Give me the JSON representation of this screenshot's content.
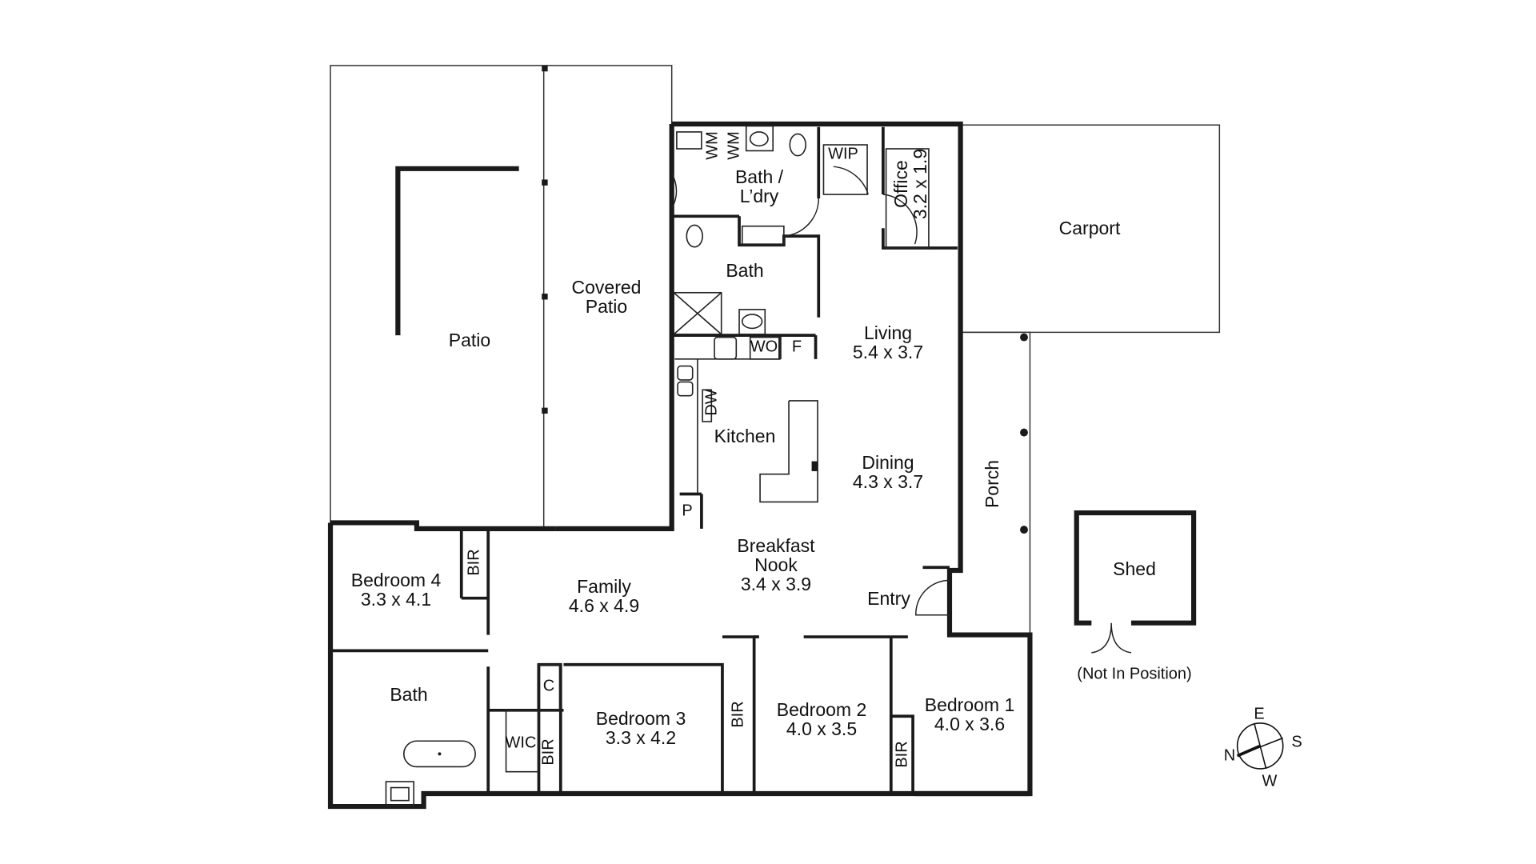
{
  "floorplan": {
    "rooms": [
      {
        "id": "patio",
        "name": "Patio",
        "dims": ""
      },
      {
        "id": "covered-patio",
        "name": "Covered\nPatio",
        "line1": "Covered",
        "line2": "Patio",
        "dims": ""
      },
      {
        "id": "bath-laundry",
        "line1": "Bath /",
        "line2": "L’dry",
        "dims": ""
      },
      {
        "id": "wip",
        "name": "WIP",
        "dims": ""
      },
      {
        "id": "office",
        "name": "Office",
        "dims": "3.2 x 1.9"
      },
      {
        "id": "carport",
        "name": "Carport",
        "dims": ""
      },
      {
        "id": "bath-upper",
        "name": "Bath",
        "dims": ""
      },
      {
        "id": "living",
        "name": "Living",
        "dims": "5.4 x 3.7"
      },
      {
        "id": "kitchen",
        "name": "Kitchen",
        "dims": ""
      },
      {
        "id": "dining",
        "name": "Dining",
        "dims": "4.3 x 3.7"
      },
      {
        "id": "porch",
        "name": "Porch",
        "dims": ""
      },
      {
        "id": "breakfast-nook",
        "line1": "Breakfast",
        "line2": "Nook",
        "dims": "3.4 x 3.9"
      },
      {
        "id": "family",
        "name": "Family",
        "dims": "4.6 x 4.9"
      },
      {
        "id": "bedroom-4",
        "name": "Bedroom 4",
        "dims": "3.3 x 4.1"
      },
      {
        "id": "entry",
        "name": "Entry",
        "dims": ""
      },
      {
        "id": "shed",
        "name": "Shed",
        "dims": "",
        "note": "(Not In Position)"
      },
      {
        "id": "bath-lower",
        "name": "Bath",
        "dims": ""
      },
      {
        "id": "bedroom-3",
        "name": "Bedroom 3",
        "dims": "3.3 x 4.2"
      },
      {
        "id": "bedroom-2",
        "name": "Bedroom 2",
        "dims": "4.0 x 3.5"
      },
      {
        "id": "bedroom-1",
        "name": "Bedroom 1",
        "dims": "4.0 x 3.6"
      },
      {
        "id": "wic",
        "name": "WIC",
        "dims": ""
      }
    ],
    "fixtures": {
      "wm1": "WM",
      "wm2": "WM",
      "wo": "WO",
      "fridge": "F",
      "dw": "DW",
      "pantry": "P",
      "cupboard": "C",
      "bir_bed4": "BIR",
      "bir_bed3": "BIR",
      "bir_bed2": "BIR",
      "bir_bed1": "BIR"
    },
    "compass": {
      "n": "N",
      "e": "E",
      "s": "S",
      "w": "W"
    },
    "colors": {
      "wall": "#1a1a1a",
      "line": "#333333",
      "background": "#ffffff"
    }
  }
}
